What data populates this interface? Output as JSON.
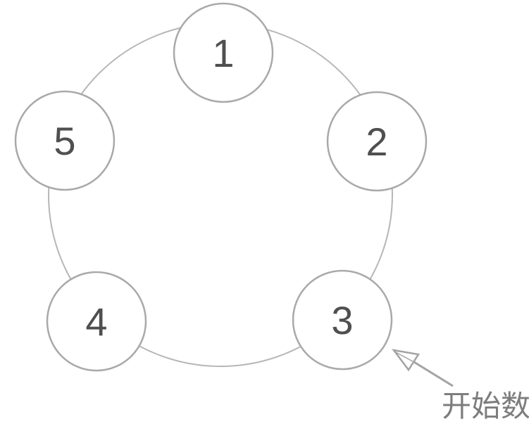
{
  "diagram": {
    "type": "circular-node-ring",
    "description": "Five numbered circles arranged on a ring; an arrow marks the starting node",
    "colors": {
      "background": "#ffffff",
      "ring_stroke": "#b6b6b6",
      "node_stroke": "#a9a9a9",
      "node_fill": "#ffffff",
      "number_color": "#4f4f4f",
      "arrow_color": "#a3a3a3",
      "annotation_color": "#7d7d7d"
    },
    "nodes": [
      {
        "label": "1"
      },
      {
        "label": "2"
      },
      {
        "label": "3"
      },
      {
        "label": "4"
      },
      {
        "label": "5"
      }
    ],
    "annotation": {
      "label": "开始数",
      "points_to_node": "3"
    }
  }
}
